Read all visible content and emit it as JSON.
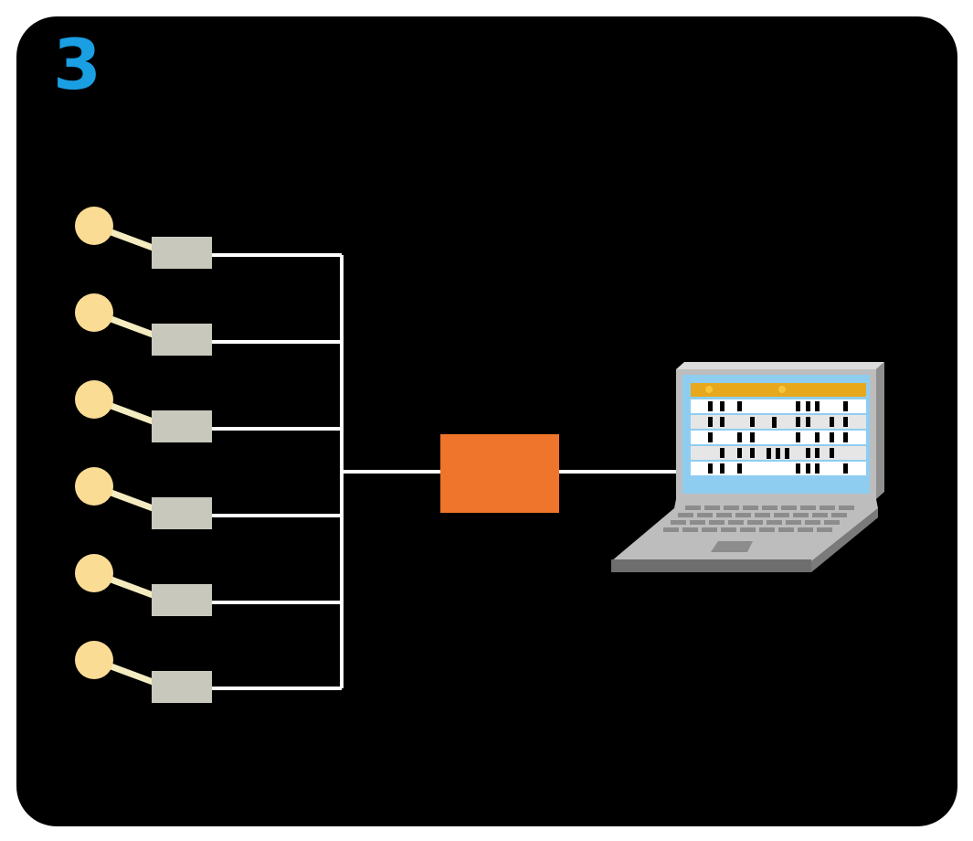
{
  "step": {
    "number": "3",
    "color": "#1a9fe3"
  },
  "colors": {
    "background": "#000000",
    "probe_head": "#fadc94",
    "probe_arm": "#f4ecc0",
    "sensor_box": "#c9c8bd",
    "wire": "#ffffff",
    "hub": "#ee752b",
    "laptop_body": "#bebebe",
    "laptop_screen": "#8fcdf0",
    "screen_header": "#e7a81d"
  },
  "sensors": [
    {
      "name": "sensor-1"
    },
    {
      "name": "sensor-2"
    },
    {
      "name": "sensor-3"
    },
    {
      "name": "sensor-4"
    },
    {
      "name": "sensor-5"
    },
    {
      "name": "sensor-6"
    }
  ],
  "components": {
    "hub": "data-hub",
    "computer": "laptop"
  }
}
